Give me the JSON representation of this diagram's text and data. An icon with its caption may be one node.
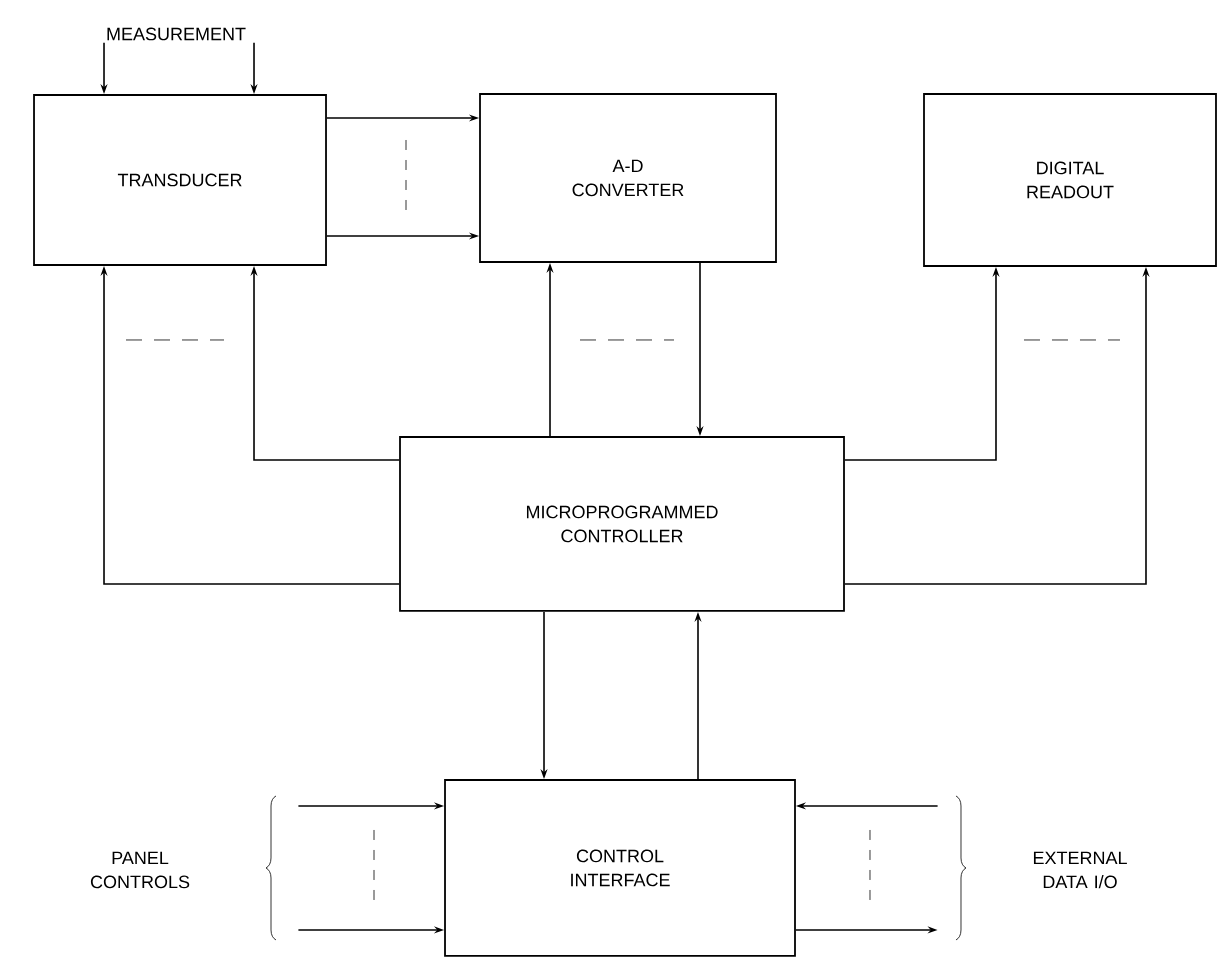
{
  "diagram": {
    "nodes": [
      {
        "text": [
          "MEASUREMENT"
        ]
      },
      {
        "text": [
          "TRANSDUCER"
        ]
      },
      {
        "text": [
          "A-D CONVERTER"
        ]
      },
      {
        "text": [
          "DIGITAL READOUT"
        ]
      },
      {
        "text": [
          "MICROPROGRAMMED CONTROLLER"
        ]
      },
      {
        "text": [
          "CONTROL INTERFACE"
        ]
      },
      {
        "text": [
          "PANEL CONTROLS"
        ]
      },
      {
        "text": [
          "EXTERNAL DATA I/O"
        ]
      }
    ],
    "edges": [
      {
        "from": 0,
        "to": 1,
        "arrow": "to"
      },
      {
        "from": 0,
        "to": 1,
        "arrow": "to"
      },
      {
        "from": 1,
        "to": 2,
        "arrow": "to"
      },
      {
        "from": 1,
        "to": 2,
        "arrow": "to"
      },
      {
        "from": 4,
        "to": 1,
        "arrow": "to"
      },
      {
        "from": 4,
        "to": 1,
        "arrow": "to"
      },
      {
        "from": 4,
        "to": 2,
        "arrow": "to"
      },
      {
        "from": 2,
        "to": 4,
        "arrow": "to"
      },
      {
        "from": 4,
        "to": 3,
        "arrow": "to"
      },
      {
        "from": 4,
        "to": 3,
        "arrow": "to"
      },
      {
        "from": 4,
        "to": 5,
        "arrow": "to"
      },
      {
        "from": 5,
        "to": 4,
        "arrow": "to"
      },
      {
        "from": 6,
        "to": 5,
        "arrow": "to"
      },
      {
        "from": 6,
        "to": 5,
        "arrow": "to"
      },
      {
        "from": 7,
        "to": 5,
        "arrow": "to"
      },
      {
        "from": 5,
        "to": 7,
        "arrow": "to"
      }
    ]
  }
}
